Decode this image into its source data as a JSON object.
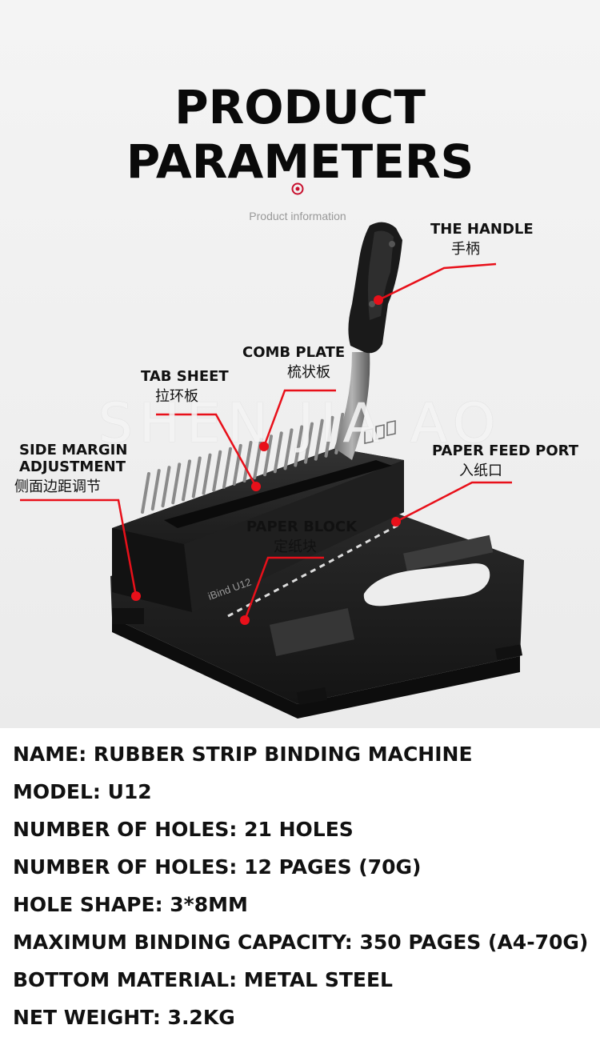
{
  "header": {
    "title": "PRODUCT PARAMETERS",
    "subtitle": "Product information"
  },
  "watermark": "SHEN JIA AO",
  "machine": {
    "model_text": "iBind U12"
  },
  "callouts": {
    "handle": {
      "en": "THE HANDLE",
      "zh": "手柄"
    },
    "comb_plate": {
      "en": "COMB PLATE",
      "zh": "梳状板"
    },
    "tab_sheet": {
      "en": "TAB SHEET",
      "zh": "拉环板"
    },
    "side_margin": {
      "en1": "SIDE MARGIN",
      "en2": "ADJUSTMENT",
      "zh": "侧面边距调节"
    },
    "paper_feed": {
      "en": "PAPER FEED PORT",
      "zh": "入纸口"
    },
    "paper_block": {
      "en": "PAPER BLOCK",
      "zh": "定纸块"
    }
  },
  "colors": {
    "accent": "#e8101a",
    "machine_body": "#1e1e1e"
  },
  "specs": [
    "NAME: RUBBER STRIP BINDING MACHINE",
    "MODEL: U12",
    "NUMBER OF HOLES: 21 HOLES",
    "NUMBER OF HOLES: 12 PAGES (70G)",
    "HOLE SHAPE: 3*8MM",
    "MAXIMUM BINDING CAPACITY: 350 PAGES (A4-70G)",
    "BOTTOM MATERIAL: METAL STEEL",
    "NET WEIGHT: 3.2KG"
  ]
}
